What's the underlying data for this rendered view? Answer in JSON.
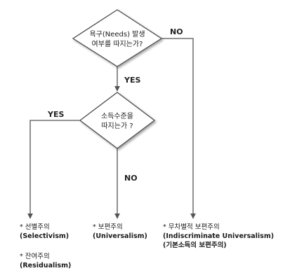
{
  "decisions": [
    {
      "line1": "욕구(Needs) 발생",
      "line2": "여부를 따지는가?"
    },
    {
      "line1": "소득수준을",
      "line2": "따지는가 ?"
    }
  ],
  "branches": {
    "d1_no": "NO",
    "d1_yes": "YES",
    "d2_yes": "YES",
    "d2_no": "NO"
  },
  "outcomes": {
    "selectivism": {
      "label": "* 선별주의",
      "sub": "(Selectivism)"
    },
    "residualism": {
      "label": "* 잔여주의",
      "sub": "(Residualism)"
    },
    "universalism": {
      "label": "* 보편주의",
      "sub": "(Universalism)"
    },
    "indiscriminate": {
      "label": "* 무차별적 보편주의",
      "sub": "(Indiscriminate Universalism)",
      "sub2": "(기본소득의 보편주의)"
    }
  },
  "colors": {
    "diamond_fill": "#ffffff",
    "diamond_stroke": "#4d4d4d",
    "line": "#555555"
  }
}
